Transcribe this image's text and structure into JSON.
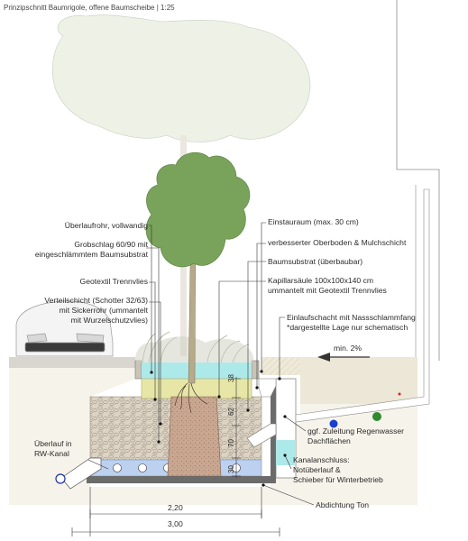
{
  "title": "Prinzipschnitt Baumrigole, offene Baumscheibe | 1:25",
  "left_labels": {
    "ueberlauf": "Überlaufrohr, vollwandig",
    "grobschlag_1": "Grobschlag 60/90 mit",
    "grobschlag_2": "eingeschlämmtem Baumsubstrat",
    "geotextil": "Geotextil Trennvlies",
    "verteil_1": "Verteilschicht (Schotter 32/63)",
    "verteil_2": "mit Sickerrohr (ummantelt",
    "verteil_3": "mit Wurzelschutzvlies)",
    "rw_1": "Überlauf in",
    "rw_2": "RW-Kanal"
  },
  "right_labels": {
    "einstau": "Einstauraum (max. 30 cm)",
    "oberboden": "verbesserter Oberboden & Mulchschicht",
    "baumsubstrat": "Baumsubstrat (überbaubar)",
    "kapillar_1": "Kapillarsäule 100x100x140 cm",
    "kapillar_2": "ummantelt mit Geotextil Trennvlies",
    "einlauf_1": "Einlaufschacht mit Nassschlammfang",
    "einlauf_2": "*dargestellte Lage nur schematisch",
    "gefaelle": "min. 2%",
    "zuleitung_1": "ggf. Zuleitung Regenwasser",
    "zuleitung_2": "Dachflächen",
    "kanal_1": "Kanalanschluss:",
    "kanal_2": "Notüberlauf &",
    "kanal_3": "Schieber für Winterbetrieb",
    "abdichtung": "Abdichtung Ton"
  },
  "dimensions": {
    "d38": "38",
    "d62": "62",
    "d70": "70",
    "d30": "30",
    "width_inner": "2,20",
    "width_outer": "3,00"
  },
  "colors": {
    "canopy_back": "#edf0e4",
    "canopy_green": "#79a35a",
    "water": "#aee8ea",
    "topsoil": "#e8e7a8",
    "substrate": "#c9a690",
    "gravel": "#d9d0c0",
    "blue_layer": "#bcd0f0",
    "clay": "#6b6b6b",
    "ground": "#ece7d6"
  }
}
